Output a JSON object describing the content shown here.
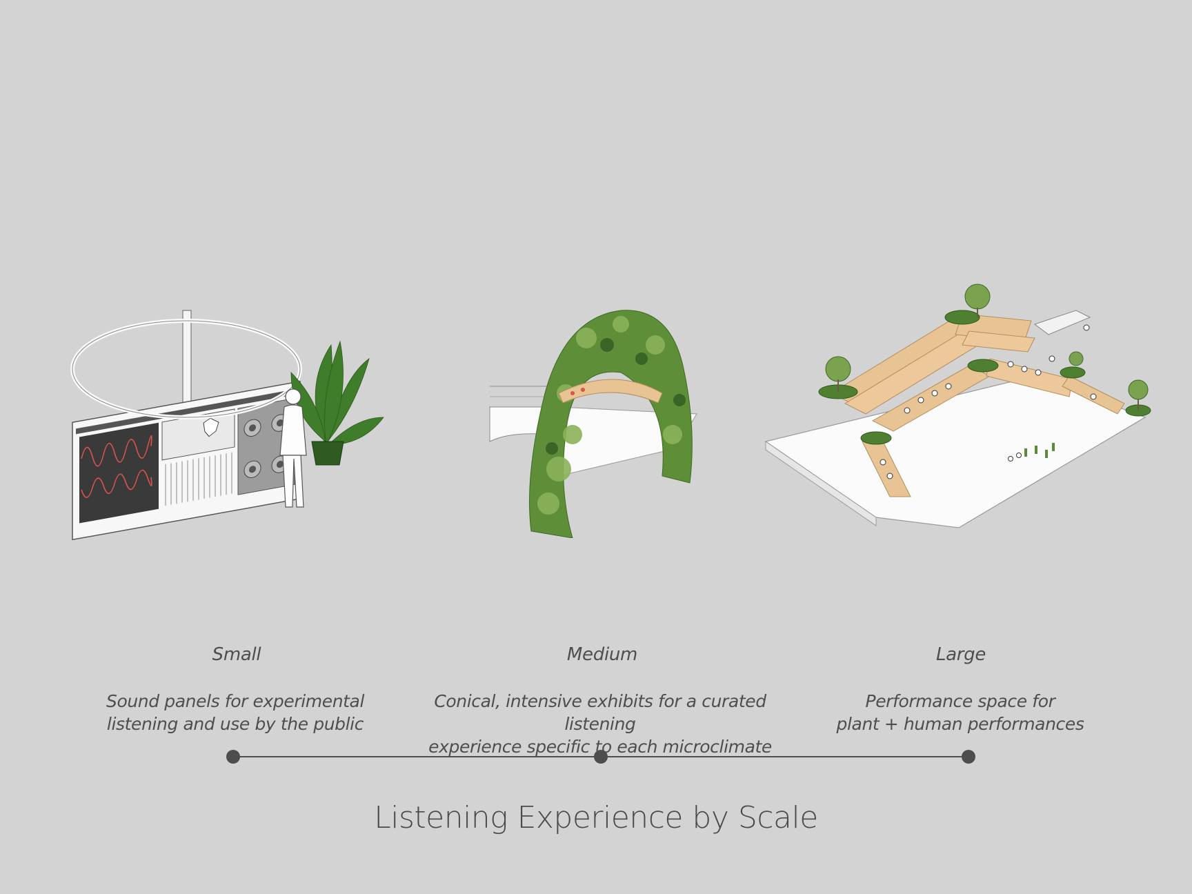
{
  "title": "Listening Experience by Scale",
  "colors": {
    "background": "#d3d3d3",
    "timeline": "#4d4d4d",
    "text": "#4e4e4e",
    "foliage": "#5f8d3a",
    "wood": "#e8c394",
    "waveform": "#d9534f"
  },
  "scales": [
    {
      "label": "Small",
      "description_lines": [
        "Sound panels for experimental",
        "listening and use by the public"
      ],
      "illustration": "sound-panel-illustration"
    },
    {
      "label": "Medium",
      "description_lines": [
        "Conical, intensive exhibits for a curated listening",
        "experience specific to each microclimate"
      ],
      "illustration": "planted-cone-illustration"
    },
    {
      "label": "Large",
      "description_lines": [
        "Performance space for",
        "plant + human performances"
      ],
      "illustration": "amphitheater-illustration"
    }
  ]
}
